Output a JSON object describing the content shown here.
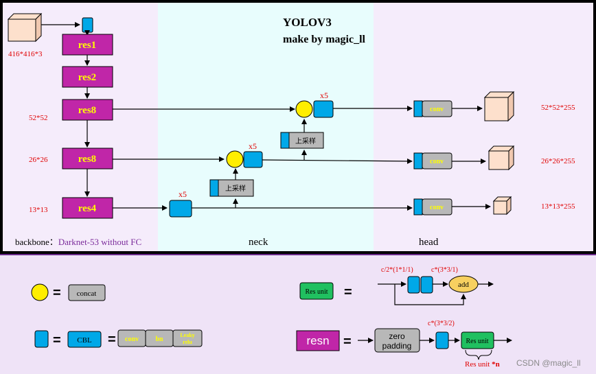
{
  "title": {
    "line1": "YOLOV3",
    "line2": "make by magic_ll"
  },
  "input": {
    "size": "416*416*3"
  },
  "backbone": {
    "res1": "res1",
    "res2": "res2",
    "res8a": "res8",
    "res8b": "res8",
    "res4": "res4",
    "s52": "52*52",
    "s26": "26*26",
    "s13": "13*13",
    "label_prefix": "backbone：",
    "label_name": "Darknet-53 without FC"
  },
  "neck": {
    "label": "neck",
    "upsample1": "上采样",
    "upsample2": "上采样",
    "x5_a": "x5",
    "x5_b": "x5",
    "x5_c": "x5"
  },
  "head": {
    "label": "head",
    "conv1": "conv",
    "conv2": "conv",
    "conv3": "conv",
    "out1": "52*52*255",
    "out2": "26*26*255",
    "out3": "13*13*255"
  },
  "legend": {
    "concat": "concat",
    "eq1": "=",
    "cbl": "CBL",
    "eq2": "=",
    "conv": "conv",
    "bn": "bn",
    "leaky1": "Leaky",
    "leaky2": "relu",
    "res_unit": "Res unit",
    "eq3": "=",
    "c2": "c/2*(1*1/1)",
    "c3": "c*(3*3/1)",
    "add": "add",
    "resn": "resn",
    "eq4": "=",
    "zero1": "zero",
    "zero2": "padding",
    "c32": "c*(3*3/2)",
    "res_unit2": "Res unit",
    "res_unit_n": "Res unit ",
    "n": "*n"
  },
  "watermark": "CSDN @magic_ll",
  "colors": {
    "magenta": "#c026a8",
    "yellow_text": "#ffff00",
    "blue": "#00a8e8",
    "gray": "#b8b8b8",
    "cube": "#fde0cc",
    "red": "#e00000",
    "purple": "#7a2a9a",
    "green": "#20c060",
    "lavender": "#f3eafa",
    "cyan": "#e8fdfd",
    "legend_bg": "#efe3f7",
    "concat_yellow": "#ffee00"
  }
}
